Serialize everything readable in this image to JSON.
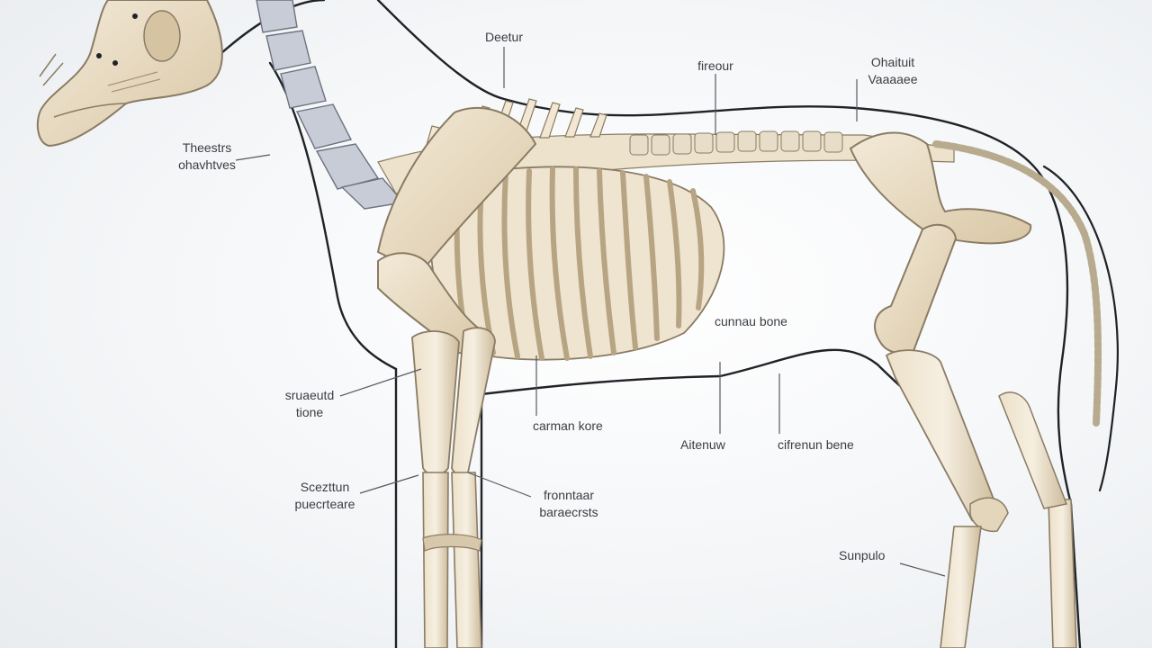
{
  "labels": {
    "top_center": "Deetur",
    "top_right_mid": "fireour",
    "top_right": [
      "Ohaituit",
      "Vaaaaee"
    ],
    "left_upper": [
      "Theestrs",
      "ohavhtves"
    ],
    "mid_right": "cunnau bone",
    "left_mid": [
      "sruaeutd",
      "tione"
    ],
    "center": "carman kore",
    "right_a": "Aitenuw",
    "right_b": "cifrenun bene",
    "left_low": [
      "Scezttun",
      "puecrteare"
    ],
    "lower_center": [
      "fronntaar",
      "baraecrsts"
    ],
    "bottom_right": "Sunpulo"
  },
  "colors": {
    "bone": "#e9dcc4",
    "bone_shade": "#cdbb9b",
    "bone_outline": "#8a7b64",
    "vertebra": "#c8ccd6",
    "outline": "#1f2226",
    "label_text": "#3a3d42",
    "leader": "#555a60"
  }
}
